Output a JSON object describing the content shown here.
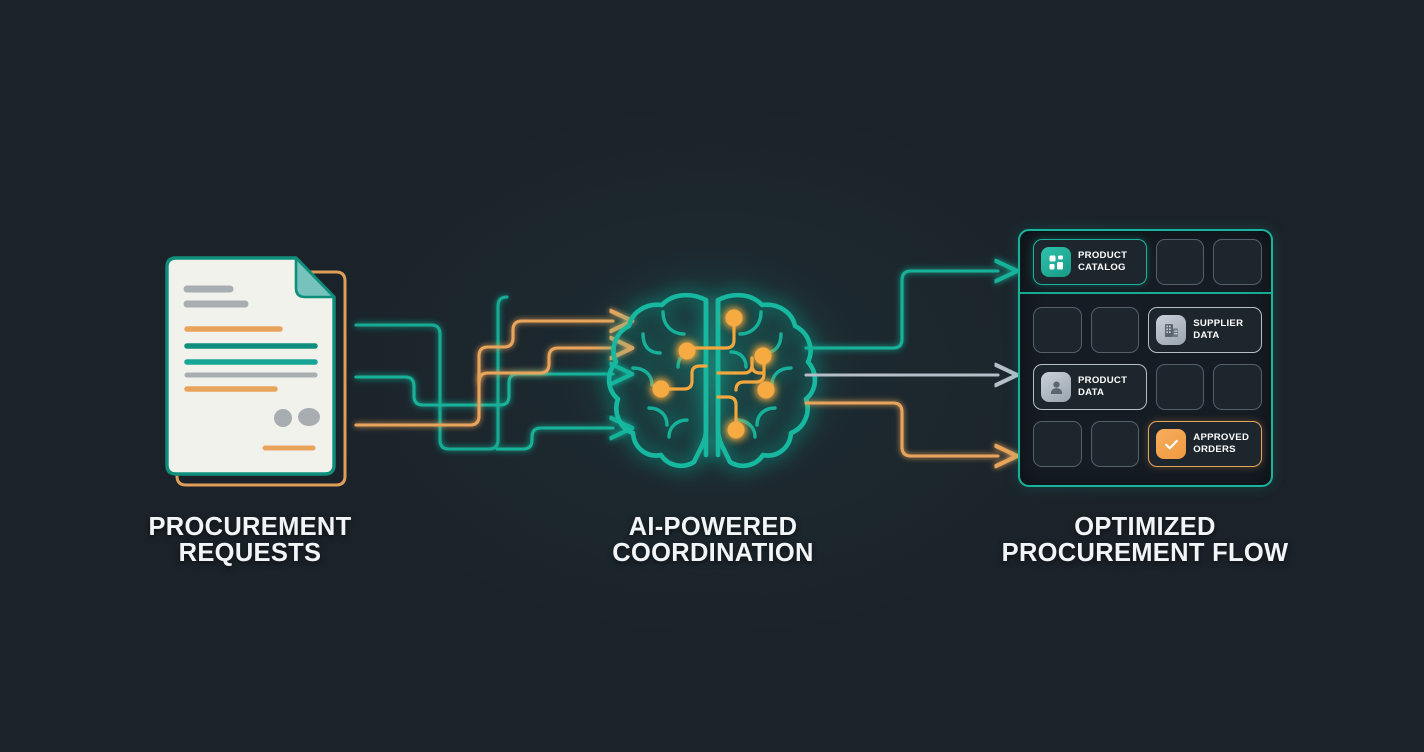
{
  "theme": {
    "background": "#1b2229",
    "teal": "#17b39a",
    "teal_dark": "#0f8e7c",
    "orange": "#e9a45c",
    "silver": "#b6bfc8",
    "text": "#f2f5f7",
    "paper": "#f2f2ec"
  },
  "captions": {
    "left": "PROCUREMENT\nREQUESTS",
    "middle": "AI-POWERED\nCOORDINATION",
    "right": "OPTIMIZED\nPROCUREMENT FLOW"
  },
  "left_node": {
    "type": "document",
    "name": "procurement-request-document",
    "has_folded_corner": true,
    "shadow_outline_color": "#e9a45c",
    "line_colors": [
      "#a8adb2",
      "#a8adb2",
      "#e9a45c",
      "#0f8e7c",
      "#17b39a",
      "#a8adb2",
      "#e9a45c",
      "#e9a45c"
    ]
  },
  "center_node": {
    "type": "brain",
    "name": "ai-brain",
    "outline_color": "#17b39a",
    "node_color": "#f2a63e",
    "node_count": 6,
    "glow": true
  },
  "input_connectors": [
    {
      "color": "#e9a45c",
      "label": "orange-input-1"
    },
    {
      "color": "#e9a45c",
      "label": "orange-input-2"
    },
    {
      "color": "#17b39a",
      "label": "teal-input-1"
    },
    {
      "color": "#17b39a",
      "label": "teal-input-2"
    }
  ],
  "output_connectors": [
    {
      "color": "#17b39a",
      "label": "teal-output"
    },
    {
      "color": "#b6bfc8",
      "label": "gray-output"
    },
    {
      "color": "#e9a45c",
      "label": "orange-output"
    }
  ],
  "right_panel": {
    "name": "optimized-flow-grid",
    "border_color": "#17b39a",
    "rows": [
      {
        "cells": [
          {
            "kind": "item",
            "label": "PRODUCT\nCATALOG",
            "accent": "teal",
            "icon": "grid-blocks-icon"
          },
          {
            "kind": "empty"
          },
          {
            "kind": "empty"
          }
        ]
      },
      {
        "cells": [
          {
            "kind": "empty"
          },
          {
            "kind": "empty"
          },
          {
            "kind": "item",
            "label": "SUPPLIER\nDATA",
            "accent": "silver",
            "icon": "building-icon"
          }
        ]
      },
      {
        "cells": [
          {
            "kind": "item",
            "label": "PRODUCT\nDATA",
            "accent": "silver",
            "icon": "user-icon"
          },
          {
            "kind": "empty"
          },
          {
            "kind": "empty"
          }
        ]
      },
      {
        "cells": [
          {
            "kind": "empty"
          },
          {
            "kind": "empty"
          },
          {
            "kind": "item",
            "label": "APPROVED\nORDERS",
            "accent": "orange",
            "icon": "check-icon"
          }
        ]
      }
    ]
  }
}
